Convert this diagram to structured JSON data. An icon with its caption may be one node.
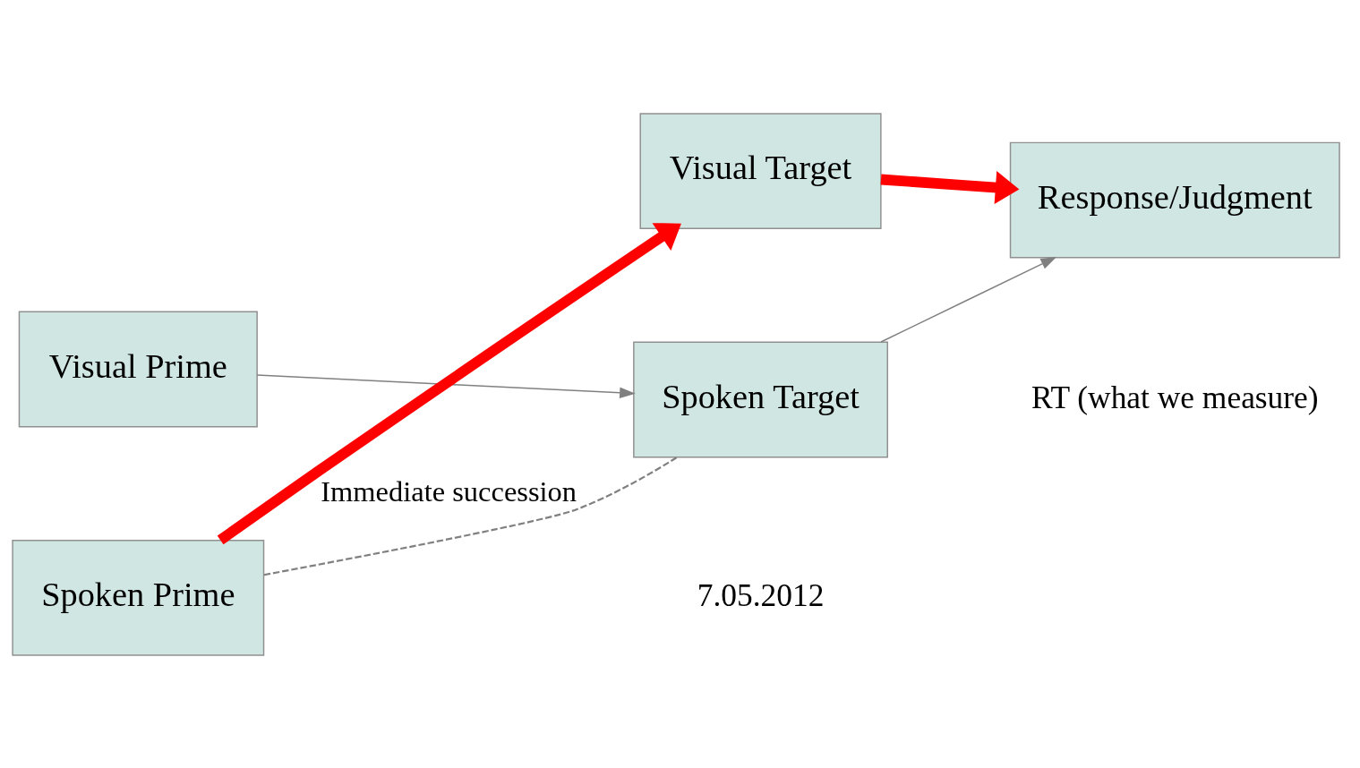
{
  "diagram": {
    "nodes": [
      {
        "text": [
          "Visual Prime"
        ]
      },
      {
        "text": [
          "Spoken Prime"
        ]
      },
      {
        "text": [
          "Visual Target"
        ]
      },
      {
        "text": [
          "Spoken Target"
        ]
      },
      {
        "text": [
          "Response/Judgment"
        ]
      }
    ],
    "edges": [
      {
        "from": 0,
        "to": 3,
        "arrow": "to",
        "color": "#808080"
      },
      {
        "from": 1,
        "to": 2,
        "arrow": "to",
        "style": "thick",
        "color": "#ff0000"
      },
      {
        "from": 2,
        "to": 4,
        "arrow": "to",
        "style": "thick",
        "color": "#ff0000"
      },
      {
        "from": 3,
        "to": 4,
        "arrow": "to",
        "color": "#808080"
      },
      {
        "from": 1,
        "to": 3,
        "arrow": "none",
        "style": "dashed",
        "color": "#808080",
        "label": "Immediate succession"
      }
    ],
    "labels": [
      "RT (what we measure)",
      "7.05.2012"
    ]
  }
}
